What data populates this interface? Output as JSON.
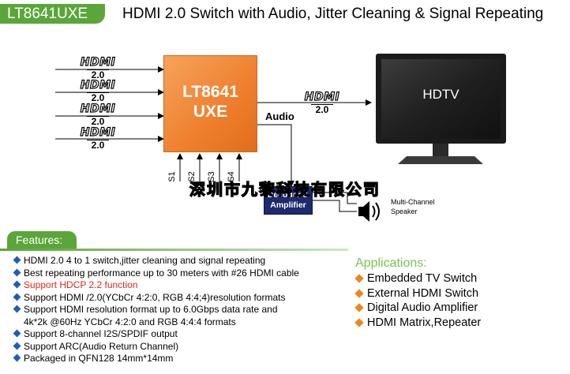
{
  "header": {
    "part_number": "LT8641UXE",
    "title": "HDMI 2.0 Switch with  Audio, Jitter Cleaning & Signal Repeating"
  },
  "diagram": {
    "chip_label_line1": "LT8641",
    "chip_label_line2": "UXE",
    "hdmi_inputs": [
      {
        "wordmark": "HDMI",
        "version": "2.0"
      },
      {
        "wordmark": "HDMI",
        "version": "2.0"
      },
      {
        "wordmark": "HDMI",
        "version": "2.0"
      },
      {
        "wordmark": "HDMI",
        "version": "2.0"
      }
    ],
    "hdmi_output": {
      "wordmark": "HDMI",
      "version": "2.0"
    },
    "tv_label": "HDTV",
    "audio_label": "Audio",
    "select_pins": [
      "S1",
      "S2",
      "S3",
      "S4"
    ],
    "decoder_line1": "Decoder &",
    "decoder_line2": "Amplifier",
    "speaker_line1": "Multi-Channel",
    "speaker_line2": "Speaker",
    "watermark": "深圳市九黎科技有限公司",
    "colors": {
      "chip": "#ee7f2d",
      "arrow": "#e5141b",
      "decoder": "#1e2a6e",
      "accent_green": "#5aa63a"
    }
  },
  "features": {
    "title": "Features:",
    "items": [
      "HDMI 2.0 4 to 1 switch,jitter cleaning and signal repeating",
      "Best repeating performance up to 30 meters with #26 HDMI cable",
      "Support HDCP 2.2 function",
      "Support HDMI /2.0(YCbCr 4:2:0, RGB 4:4;4)resolution formats",
      "Support HDMI resolution format up to 6.0Gbps data rate and",
      "4k*2k @60Hz YCbCr 4:2:0 and RGB 4:4:4 formats",
      "Support 8-channel I2S/SPDIF output",
      "Support ARC(Audio Return Channel)",
      "Packaged in QFN128 14mm*14mm"
    ]
  },
  "applications": {
    "title": "Applications:",
    "items": [
      "Embedded TV Switch",
      "External HDMI Switch",
      "Digital Audio Amplifier",
      "HDMI Matrix,Repeater"
    ]
  }
}
